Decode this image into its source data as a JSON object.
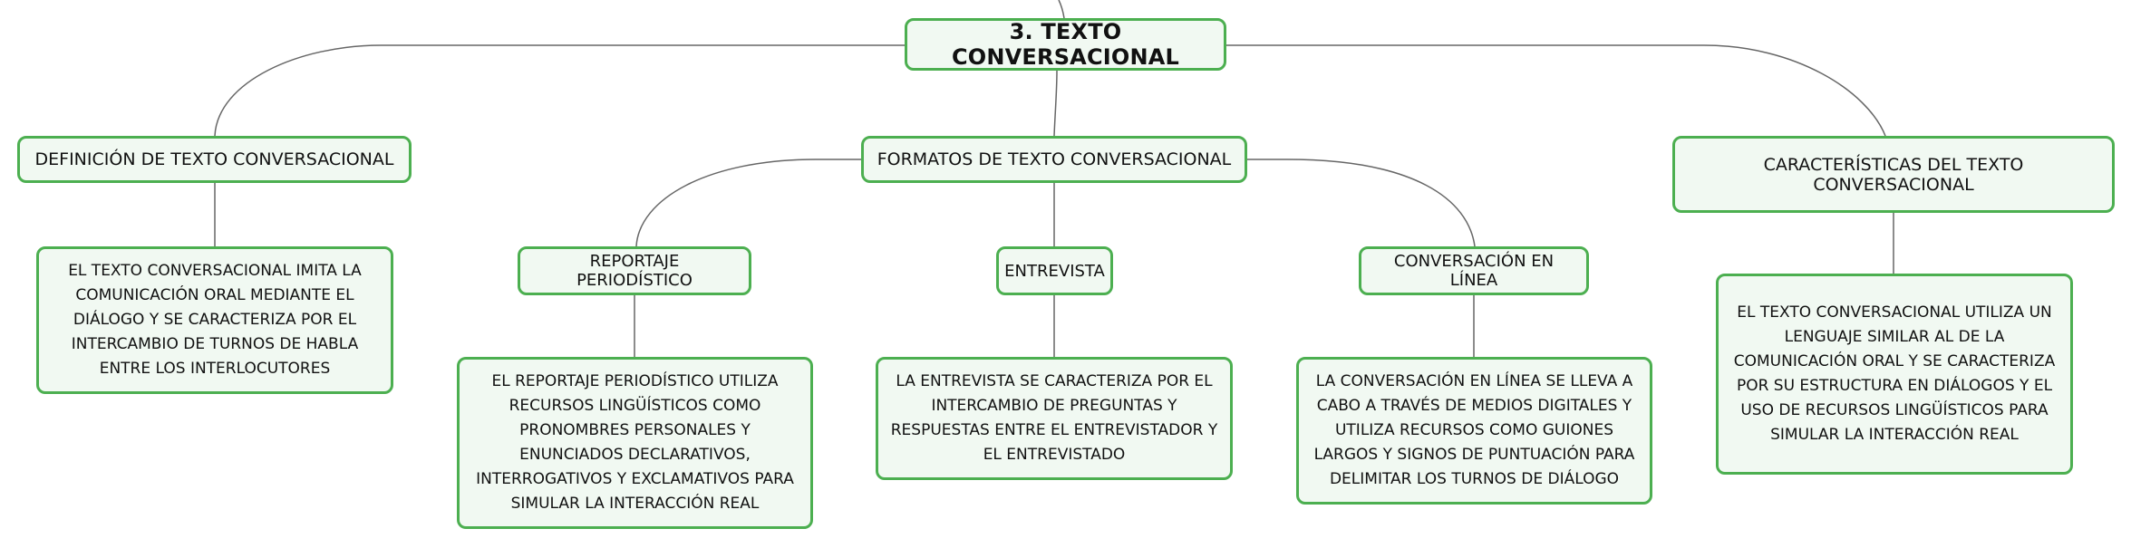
{
  "root": {
    "label": "3. TEXTO CONVERSACIONAL"
  },
  "definition": {
    "label": "DEFINICIÓN DE TEXTO CONVERSACIONAL",
    "text": "EL TEXTO CONVERSACIONAL IMITA LA COMUNICACIÓN ORAL MEDIANTE EL DIÁLOGO Y SE CARACTERIZA POR EL INTERCAMBIO DE TURNOS DE HABLA ENTRE LOS INTERLOCUTORES"
  },
  "formats": {
    "label": "FORMATOS DE TEXTO CONVERSACIONAL",
    "items": [
      {
        "label": "REPORTAJE PERIODÍSTICO",
        "text": "EL REPORTAJE PERIODÍSTICO UTILIZA RECURSOS LINGÜÍSTICOS COMO PRONOMBRES PERSONALES Y ENUNCIADOS DECLARATIVOS, INTERROGATIVOS Y EXCLAMATIVOS PARA SIMULAR LA INTERACCIÓN REAL"
      },
      {
        "label": "ENTREVISTA",
        "text": "LA ENTREVISTA SE CARACTERIZA POR EL INTERCAMBIO DE PREGUNTAS Y RESPUESTAS ENTRE EL ENTREVISTADOR Y EL ENTREVISTADO"
      },
      {
        "label": "CONVERSACIÓN EN LÍNEA",
        "text": "LA CONVERSACIÓN EN LÍNEA SE LLEVA A CABO A TRAVÉS DE MEDIOS DIGITALES Y UTILIZA RECURSOS COMO GUIONES LARGOS Y SIGNOS DE PUNTUACIÓN PARA DELIMITAR LOS TURNOS DE DIÁLOGO"
      }
    ]
  },
  "characteristics": {
    "label": "CARACTERÍSTICAS DEL TEXTO CONVERSACIONAL",
    "text": "EL TEXTO CONVERSACIONAL UTILIZA UN LENGUAJE SIMILAR AL DE LA COMUNICACIÓN ORAL Y SE CARACTERIZA POR SU ESTRUCTURA EN DIÁLOGOS Y EL USO DE RECURSOS LINGÜÍSTICOS PARA SIMULAR LA INTERACCIÓN REAL"
  },
  "colors": {
    "node_border": "#4caf50",
    "node_fill": "#f1f9f2",
    "connector": "#666666"
  }
}
